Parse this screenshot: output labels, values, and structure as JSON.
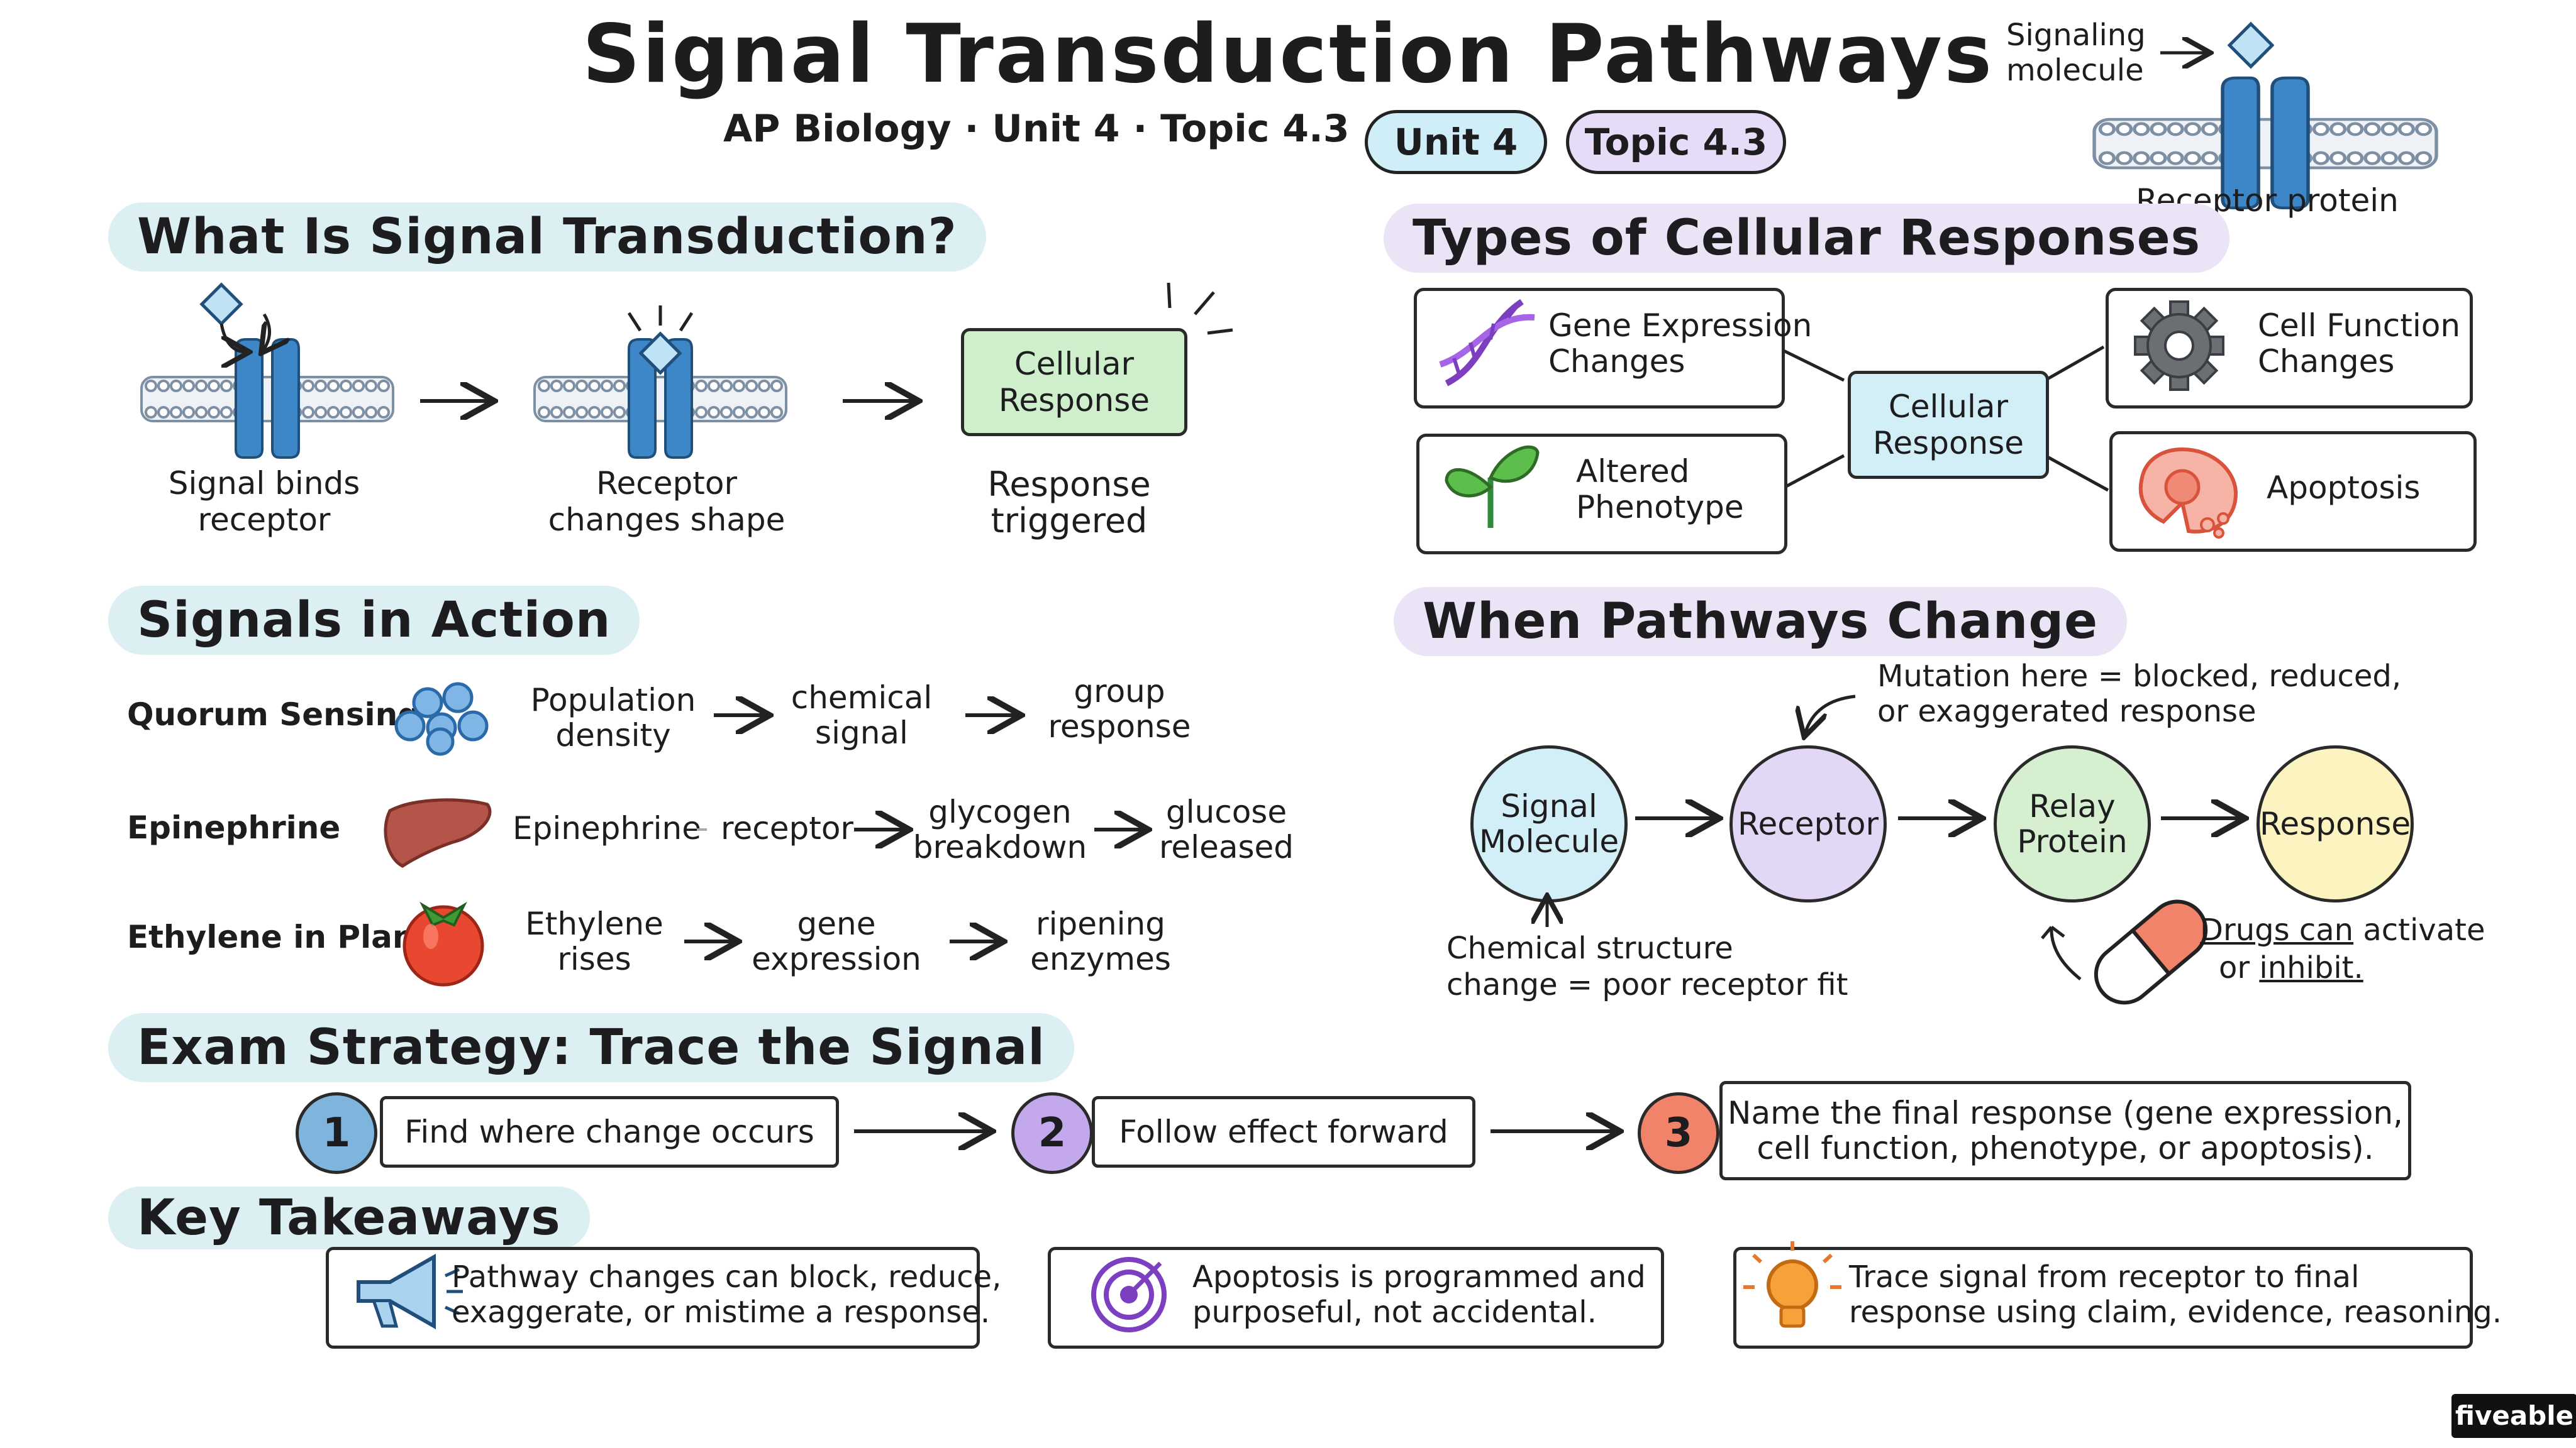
{
  "title": "Signal Transduction Pathways",
  "subtitle": "AP Biology · Unit 4 · Topic 4.3",
  "badges": {
    "unit": "Unit 4",
    "topic": "Topic 4.3"
  },
  "corner": {
    "signaling": "Signaling\nmolecule",
    "receptor": "Receptor protein"
  },
  "what": {
    "heading": "What Is Signal Transduction?",
    "steps": [
      {
        "label": "Signal binds\nreceptor"
      },
      {
        "label": "Receptor\nchanges shape"
      },
      {
        "label": "Response\ntriggered"
      }
    ],
    "response_box": "Cellular\nResponse"
  },
  "types": {
    "heading": "Types of Cellular Responses",
    "center": "Cellular\nResponse",
    "items": [
      {
        "label": "Gene Expression\nChanges",
        "icon": "dna-icon"
      },
      {
        "label": "Altered\nPhenotype",
        "icon": "sprout-icon"
      },
      {
        "label": "Cell Function\nChanges",
        "icon": "gear-icon"
      },
      {
        "label": "Apoptosis",
        "icon": "apoptotic-cell-icon"
      }
    ]
  },
  "signals": {
    "heading": "Signals in Action",
    "rows": [
      {
        "name": "Quorum Sensing",
        "a": "Population\ndensity",
        "b": "chemical\nsignal",
        "c": "group\nresponse",
        "icon": "bacteria-icon"
      },
      {
        "name": "Epinephrine",
        "a": "Epinephrine",
        "a2": "receptor",
        "b": "glycogen\nbreakdown",
        "c": "glucose\nreleased",
        "icon": "liver-icon"
      },
      {
        "name": "Ethylene in Plants",
        "a": "Ethylene\nrises",
        "b": "gene\nexpression",
        "c": "ripening\nenzymes",
        "icon": "tomato-icon"
      }
    ]
  },
  "change": {
    "heading": "When Pathways Change",
    "note_top": "Mutation here = blocked, reduced,\nor exaggerated response",
    "note_bottom": "Chemical structure\nchange = poor receptor fit",
    "drugs_a": "Drugs can",
    "drugs_b": " activate",
    "drugs_c": "or ",
    "drugs_d": "inhibit.",
    "nodes": [
      {
        "label": "Signal\nMolecule",
        "color": "#d2eef6"
      },
      {
        "label": "Receptor",
        "color": "#e2d8f5"
      },
      {
        "label": "Relay\nProtein",
        "color": "#d5efd0"
      },
      {
        "label": "Response",
        "color": "#fbf4c0"
      }
    ]
  },
  "exam": {
    "heading": "Exam Strategy: Trace the Signal",
    "steps": [
      {
        "num": "1",
        "text": "Find where change occurs",
        "color": "#7fb4dc"
      },
      {
        "num": "2",
        "text": "Follow effect forward",
        "color": "#c4a8ec"
      },
      {
        "num": "3",
        "text": "Name the final response (gene expression,\ncell function, phenotype, or apoptosis).",
        "color": "#f2836b"
      }
    ]
  },
  "takeaways": {
    "heading": "Key Takeaways",
    "items": [
      {
        "text": "Pathway changes can block, reduce,\nexaggerate, or mistime a response.",
        "icon": "megaphone-icon"
      },
      {
        "text": "Apoptosis is programmed and\npurposeful, not accidental.",
        "icon": "target-icon"
      },
      {
        "text": "Trace signal from receptor to final\nresponse using claim, evidence, reasoning.",
        "icon": "lightbulb-icon"
      }
    ]
  },
  "brand": "fiveable",
  "colors": {
    "membrane": "#9aa9b9",
    "receptor": "#3d87c8",
    "teal_band": "#dcf0f3",
    "lav_band": "#ebe3f6"
  }
}
